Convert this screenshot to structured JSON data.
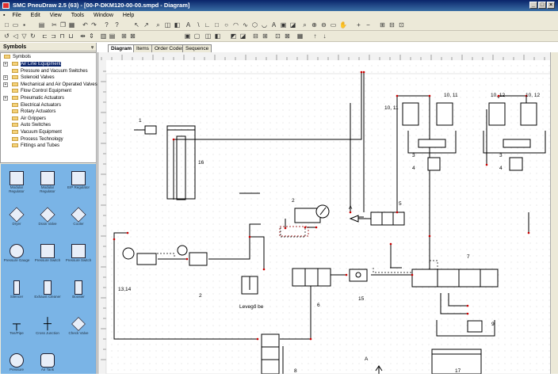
{
  "window": {
    "title": "SMC PneuDraw 2.5 (63) - [00-P-DKM120-00-00.smpd - Diagram]"
  },
  "menu": [
    "File",
    "Edit",
    "View",
    "Tools",
    "Window",
    "Help"
  ],
  "panel": {
    "title": "Symbols",
    "root": "Symbols",
    "items": [
      "Air Line Equipment",
      "Pressure and Vacuum Switches",
      "Solenoid Valves",
      "Mechanical and Air Operated Valves",
      "Flow Control Equipment",
      "Pneumatic Actuators",
      "Electrical Actuators",
      "Rotary Actuators",
      "Air Grippers",
      "Auto Switches",
      "Vacuum Equipment",
      "Process Technology",
      "Fittings and Tubes"
    ],
    "gallery": [
      "Modular Regulator",
      "Modular Regulator",
      "E/P Regulator",
      "Dryer",
      "Drain Valve",
      "Cooler",
      "Pressure Gauge",
      "Pressure Switch",
      "Pressure Switch",
      "Silencer",
      "Exhaust Cleaner",
      "Booster",
      "Tee/Pipe",
      "Cross Junction",
      "Check Valve",
      "Pressure",
      "Air Tank",
      ""
    ]
  },
  "tabs": [
    "Diagram",
    "Items",
    "Order Codes",
    "Sequence"
  ],
  "labels": {
    "l1": "1",
    "l16": "16",
    "l2a": "2",
    "lA1": "A",
    "l5": "5",
    "l1011a": "10, 11",
    "l1011b": "10, 11",
    "l1012a": "10, 12",
    "l1012b": "10, 12",
    "l3a": "3",
    "l4a": "4",
    "l3b": "3",
    "l4b": "4",
    "l7": "7",
    "l6": "6",
    "l15": "15",
    "l1314": "13,14",
    "l2b": "2",
    "levego": "Levegő be",
    "l9": "9",
    "l17": "17",
    "l8": "8",
    "lA2": "A"
  }
}
